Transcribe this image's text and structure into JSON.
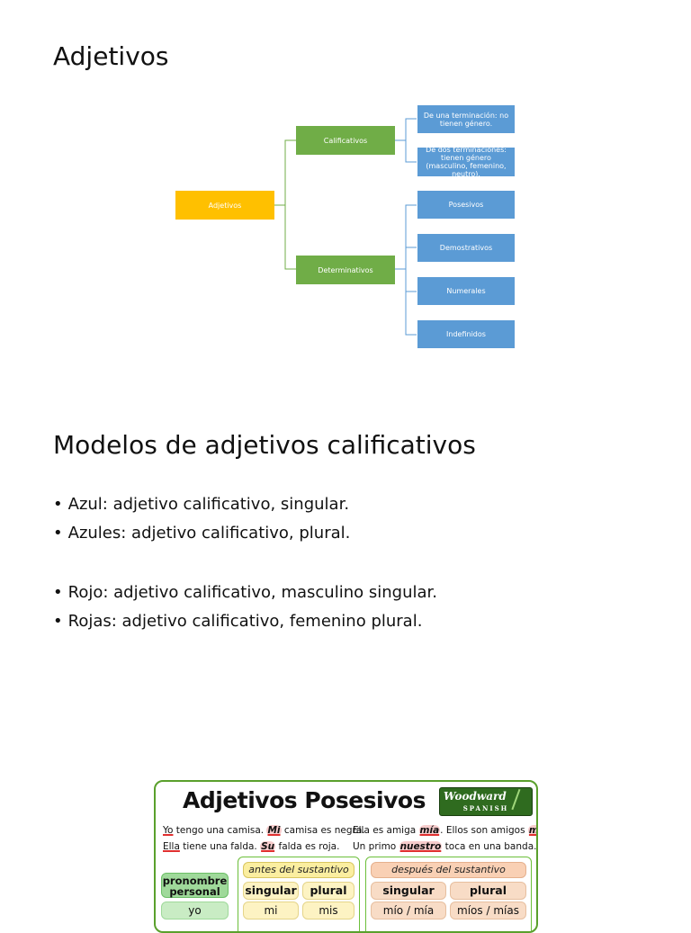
{
  "section1": {
    "title": "Adjetivos",
    "diagram": {
      "root": "Adjetivos",
      "calificativos": "Calificativos",
      "determinativos": "Determinativos",
      "calificativos_children": [
        "De una terminación: no tienen género.",
        "De dos terminaciones: tienen género (masculino, femenino, neutro)."
      ],
      "determinativos_children": [
        "Posesivos",
        "Demostrativos",
        "Numerales",
        "Indefinidos"
      ]
    }
  },
  "section2": {
    "title": "Modelos de adjetivos calificativos",
    "list1": [
      "Azul: adjetivo calificativo, singular.",
      "Azules: adjetivo calificativo, plural."
    ],
    "list2": [
      "Rojo: adjetivo calificativo, masculino singular.",
      "Rojas: adjetivo calificativo, femenino plural."
    ]
  },
  "poster": {
    "title": "Adjetivos Posesivos",
    "logo": "Woodward",
    "logo_sub": "SPANISH",
    "examples_left": [
      {
        "pron": "Yo",
        "pre": " tengo una camisa. ",
        "poss": "Mi",
        "post": " camisa es negra."
      },
      {
        "pron": "Ella",
        "pre": " tiene una falda. ",
        "poss": "Su",
        "post": " falda es roja."
      }
    ],
    "examples_right": [
      {
        "pre": "Ella es amiga ",
        "poss": "mía",
        "mid": ". Ellos son amigos ",
        "poss2": "míos",
        "post": "."
      },
      {
        "pre": "Un primo ",
        "poss": "nuestro",
        "post": " toca en una banda."
      }
    ],
    "pron_header": "pronombre personal",
    "antes_header": "antes del sustantivo",
    "despues_header": "después del sustantivo",
    "singular": "singular",
    "plural": "plural",
    "row1": {
      "pron": "yo",
      "antes_sing": "mi",
      "antes_pl": "mis",
      "desp_sing": "mío / mía",
      "desp_pl": "míos / mías"
    }
  }
}
